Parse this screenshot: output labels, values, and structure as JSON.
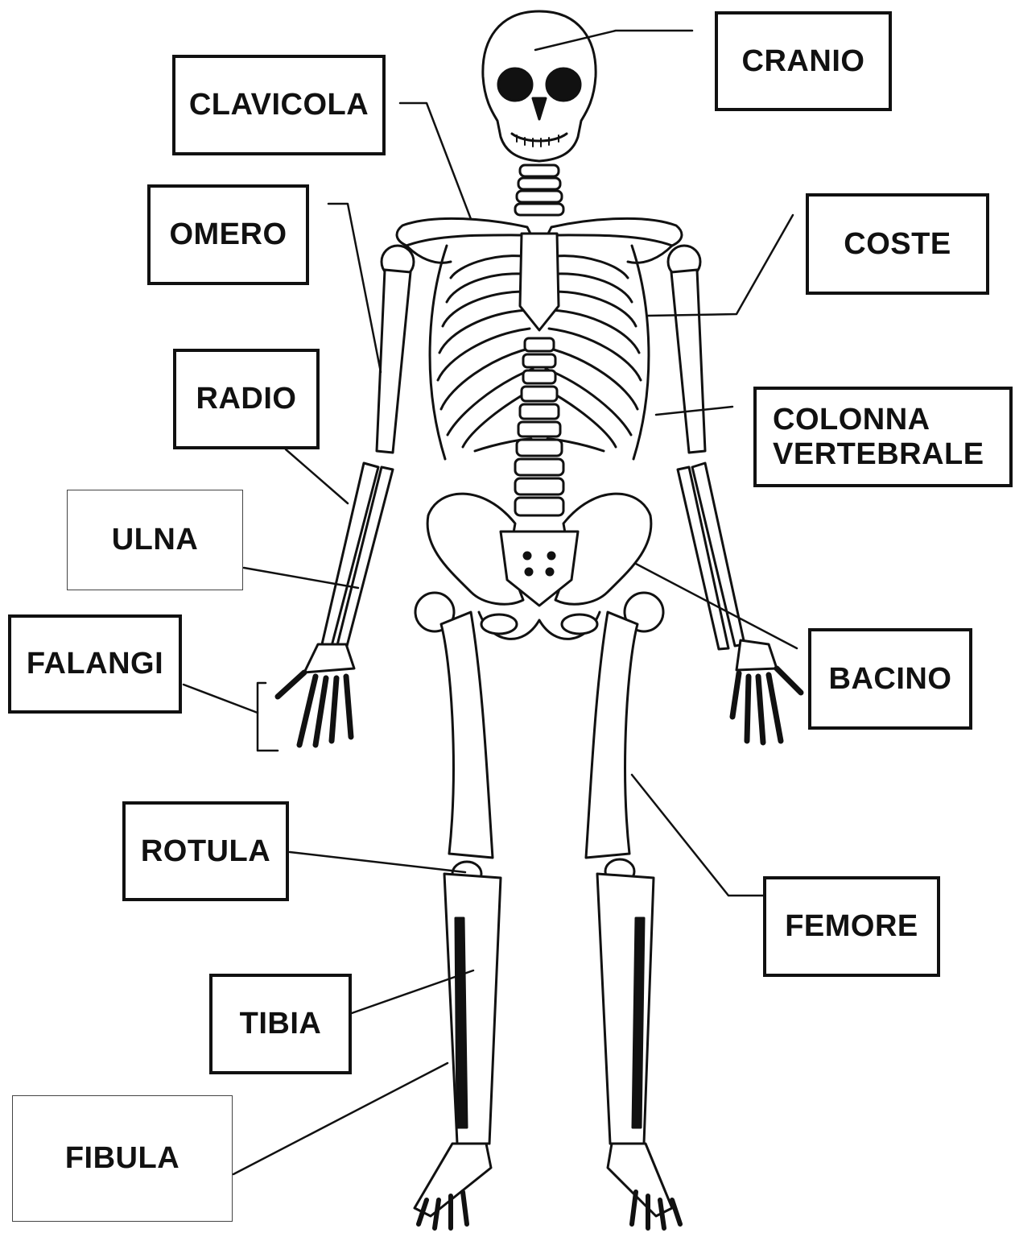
{
  "labels": {
    "cranio": "CRANIO",
    "clavicola": "CLAVICOLA",
    "omero": "OMERO",
    "coste": "COSTE",
    "radio": "RADIO",
    "colonna_line1": "COLONNA",
    "colonna_line2": "VERTEBRALE",
    "ulna": "ULNA",
    "falangi": "FALANGI",
    "bacino": "BACINO",
    "rotula": "ROTULA",
    "femore": "FEMORE",
    "tibia": "TIBIA",
    "fibula": "FIBULA"
  },
  "colors": {
    "ink": "#111111",
    "background": "#ffffff"
  }
}
